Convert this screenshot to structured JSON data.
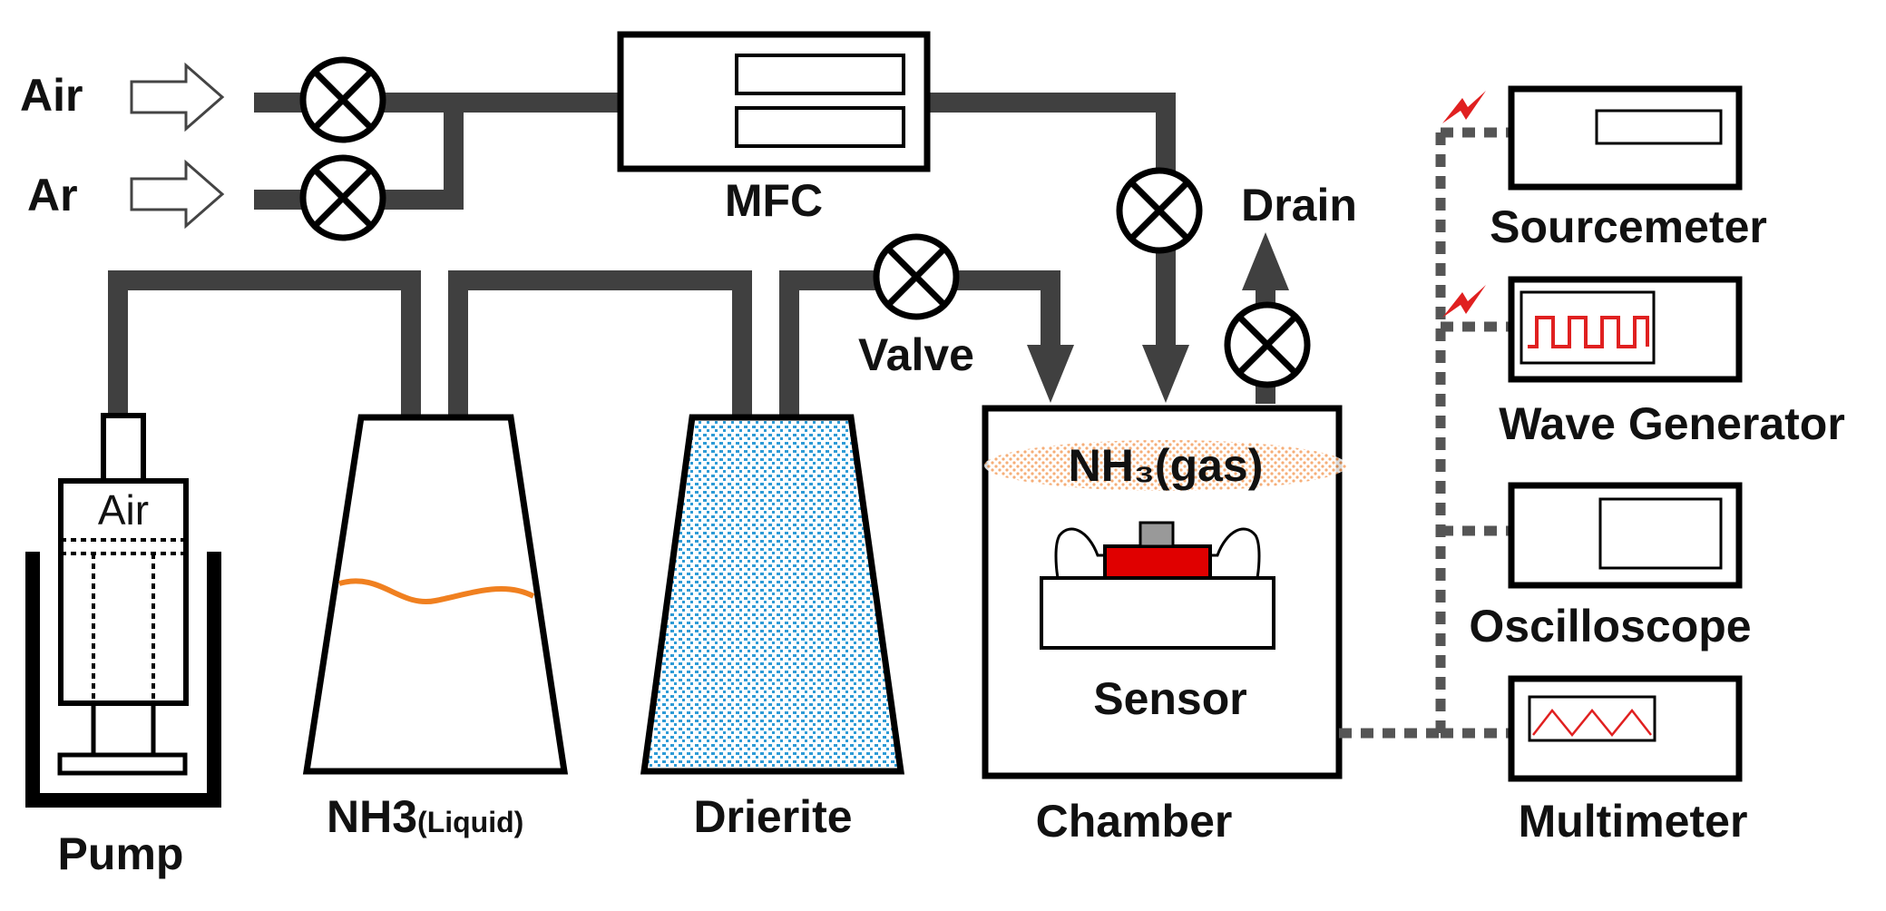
{
  "labels": {
    "air_inlet": "Air",
    "ar_inlet": "Ar",
    "mfc": "MFC",
    "drain": "Drain",
    "valve": "Valve",
    "pump": "Pump",
    "pump_air": "Air",
    "nh3_liquid_main": "NH3",
    "nh3_liquid_sub": "(Liquid)",
    "drierite": "Drierite",
    "chamber": "Chamber",
    "nh3_gas": "NH₃(gas)",
    "sensor": "Sensor",
    "sourcemeter": "Sourcemeter",
    "wave_generator": "Wave Generator",
    "oscilloscope": "Oscilloscope",
    "multimeter": "Multimeter"
  },
  "colors": {
    "pipe": "#404040",
    "outline": "#000000",
    "sensor_red": "#e00000",
    "liquid_orange": "#f08020",
    "drierite_blue": "#2e9bd6",
    "gas_halo": "#f4a060",
    "signal_red": "#e02020"
  }
}
